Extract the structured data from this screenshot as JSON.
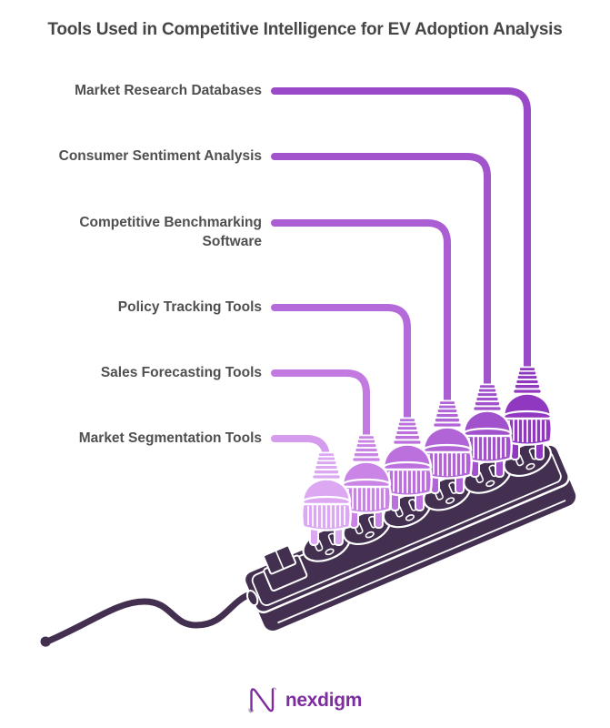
{
  "title": "Tools Used in Competitive Intelligence for EV Adoption Analysis",
  "items": [
    {
      "label": "Market Research Databases",
      "line_color": "#9a49c7",
      "plug_color": "#9138c1"
    },
    {
      "label": "Consumer Sentiment Analysis",
      "line_color": "#a254cd",
      "plug_color": "#a151cb"
    },
    {
      "label": "Competitive Benchmarking Software",
      "line_color": "#ab5ed3",
      "plug_color": "#b164d6"
    },
    {
      "label": "Policy Tracking Tools",
      "line_color": "#b56ad9",
      "plug_color": "#bb70dd"
    },
    {
      "label": "Sales Forecasting Tools",
      "line_color": "#c27ae0",
      "plug_color": "#c984e5"
    },
    {
      "label": "Market Segmentation Tools",
      "line_color": "#d59ced",
      "plug_color": "#dba8f1"
    }
  ],
  "colors": {
    "strip": "#433050",
    "cord": "#433050",
    "title_text": "#464646",
    "label_text": "#4f4f4f"
  },
  "brand": {
    "name": "nexdigm",
    "color": "#7e2d9e"
  }
}
